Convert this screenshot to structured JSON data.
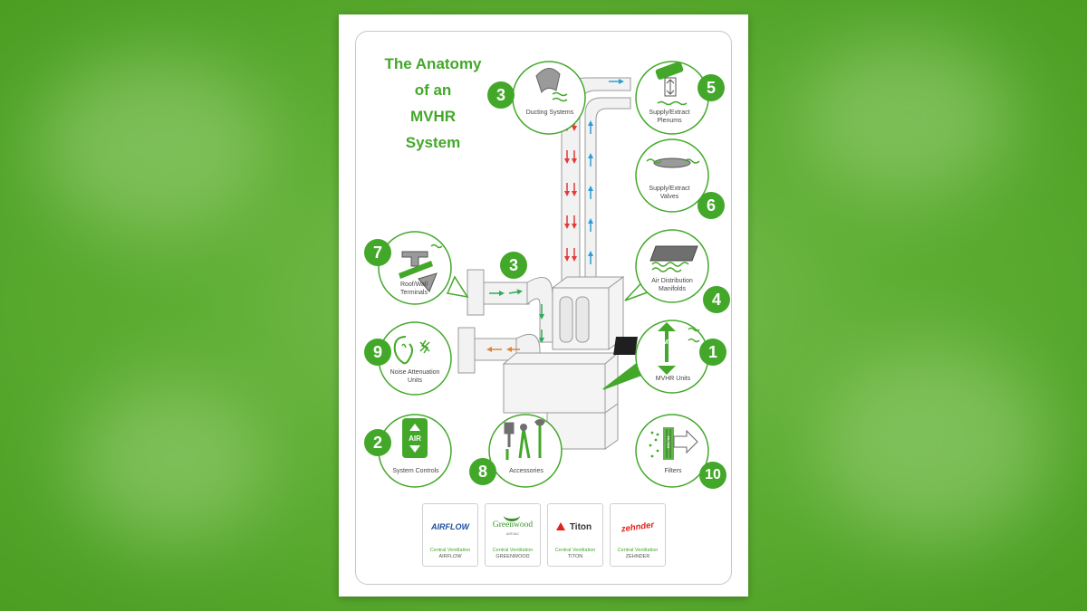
{
  "title_lines": [
    "The Anatomy",
    "of an",
    "MVHR",
    "System"
  ],
  "components": {
    "ducting_top": {
      "number": "3",
      "label": "Ducting Systems"
    },
    "plenums": {
      "number": "5",
      "label_lines": [
        "Supply/Extract",
        "Plenums"
      ]
    },
    "valves": {
      "number": "6",
      "label_lines": [
        "Supply/Extract",
        "Valves"
      ]
    },
    "roof_wall": {
      "number": "7",
      "label_lines": [
        "Roof/Wall",
        "Terminals"
      ]
    },
    "ducting_mid": {
      "number": "3"
    },
    "manifolds": {
      "number": "4",
      "label_lines": [
        "Air Distribution",
        "Manifolds"
      ]
    },
    "noise": {
      "number": "9",
      "label_lines": [
        "Noise Attenuation",
        "Units"
      ]
    },
    "mvhr_units": {
      "number": "1",
      "label": "MVHR Units",
      "icon_text": "MVHR"
    },
    "controls": {
      "number": "2",
      "label": "System Controls",
      "icon_text": "AIR"
    },
    "accessories": {
      "number": "8",
      "label": "Accessories"
    },
    "filters": {
      "number": "10",
      "label": "Filters",
      "icon_text": "FILTER"
    }
  },
  "brands": [
    {
      "logo": "AIRFLOW",
      "logo_sub": "",
      "line1": "Central Ventilation",
      "line2": "AIRFLOW",
      "color": "#1b4fa0"
    },
    {
      "logo": "Greenwood",
      "logo_sub": "AIRVAC",
      "line1": "Central Ventilation",
      "line2": "GREENWOOD",
      "color": "#3b8f2e"
    },
    {
      "logo": "Titon",
      "logo_sub": "",
      "line1": "Central Ventilation",
      "line2": "TITON",
      "color": "#333333"
    },
    {
      "logo": "zehnder",
      "logo_sub": "",
      "line1": "Central Ventilation",
      "line2": "ZEHNDER",
      "color": "#e2231a"
    }
  ],
  "colors": {
    "accent_green": "#43a82a",
    "supply_arrow": "#2a9fd6",
    "extract_arrow": "#e03a3a",
    "fresh_arrow": "#2eaa5a",
    "exhaust_arrow": "#d9873f",
    "background": "#5fae34"
  },
  "icons": [
    "duct-icon",
    "plenum-icon",
    "valve-icon",
    "terminal-icon",
    "manifold-icon",
    "ear-icon",
    "mvhr-unit-icon",
    "controller-icon",
    "tools-icon",
    "filter-icon"
  ]
}
